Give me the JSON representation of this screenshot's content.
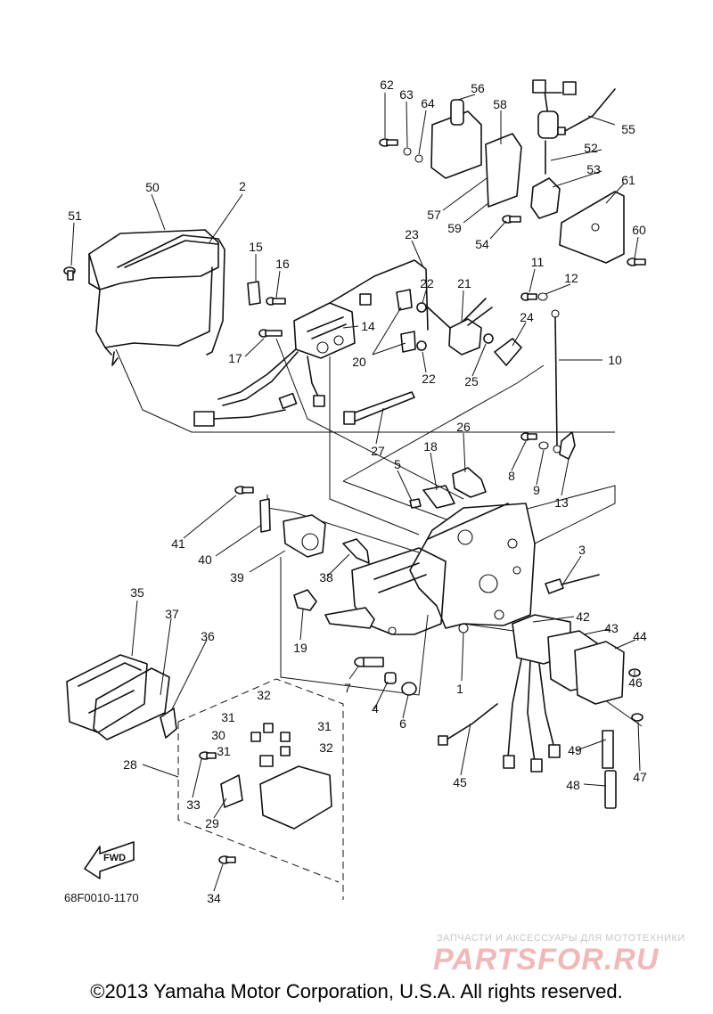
{
  "drawing_code": "68F0010-1170",
  "fwd_label": "FWD",
  "copyright": "©2013 Yamaha Motor Corporation, U.S.A. All rights reserved.",
  "watermark": {
    "tagline": "ЗАПЧАСТИ И АКСЕССУАРЫ ДЛЯ МОТОТЕХНИКИ",
    "brand": "PARTSFOR.RU"
  },
  "callouts": [
    "1",
    "2",
    "3",
    "4",
    "5",
    "6",
    "7",
    "8",
    "9",
    "10",
    "11",
    "12",
    "13",
    "14",
    "15",
    "16",
    "17",
    "18",
    "19",
    "20",
    "20",
    "21",
    "22",
    "22",
    "23",
    "24",
    "25",
    "26",
    "27",
    "28",
    "29",
    "30",
    "31",
    "31",
    "31",
    "32",
    "32",
    "33",
    "34",
    "35",
    "36",
    "37",
    "38",
    "39",
    "40",
    "41",
    "42",
    "43",
    "44",
    "45",
    "46",
    "47",
    "48",
    "49",
    "50",
    "51",
    "52",
    "53",
    "54",
    "55",
    "56",
    "57",
    "58",
    "59",
    "60",
    "61",
    "62",
    "63",
    "64"
  ]
}
